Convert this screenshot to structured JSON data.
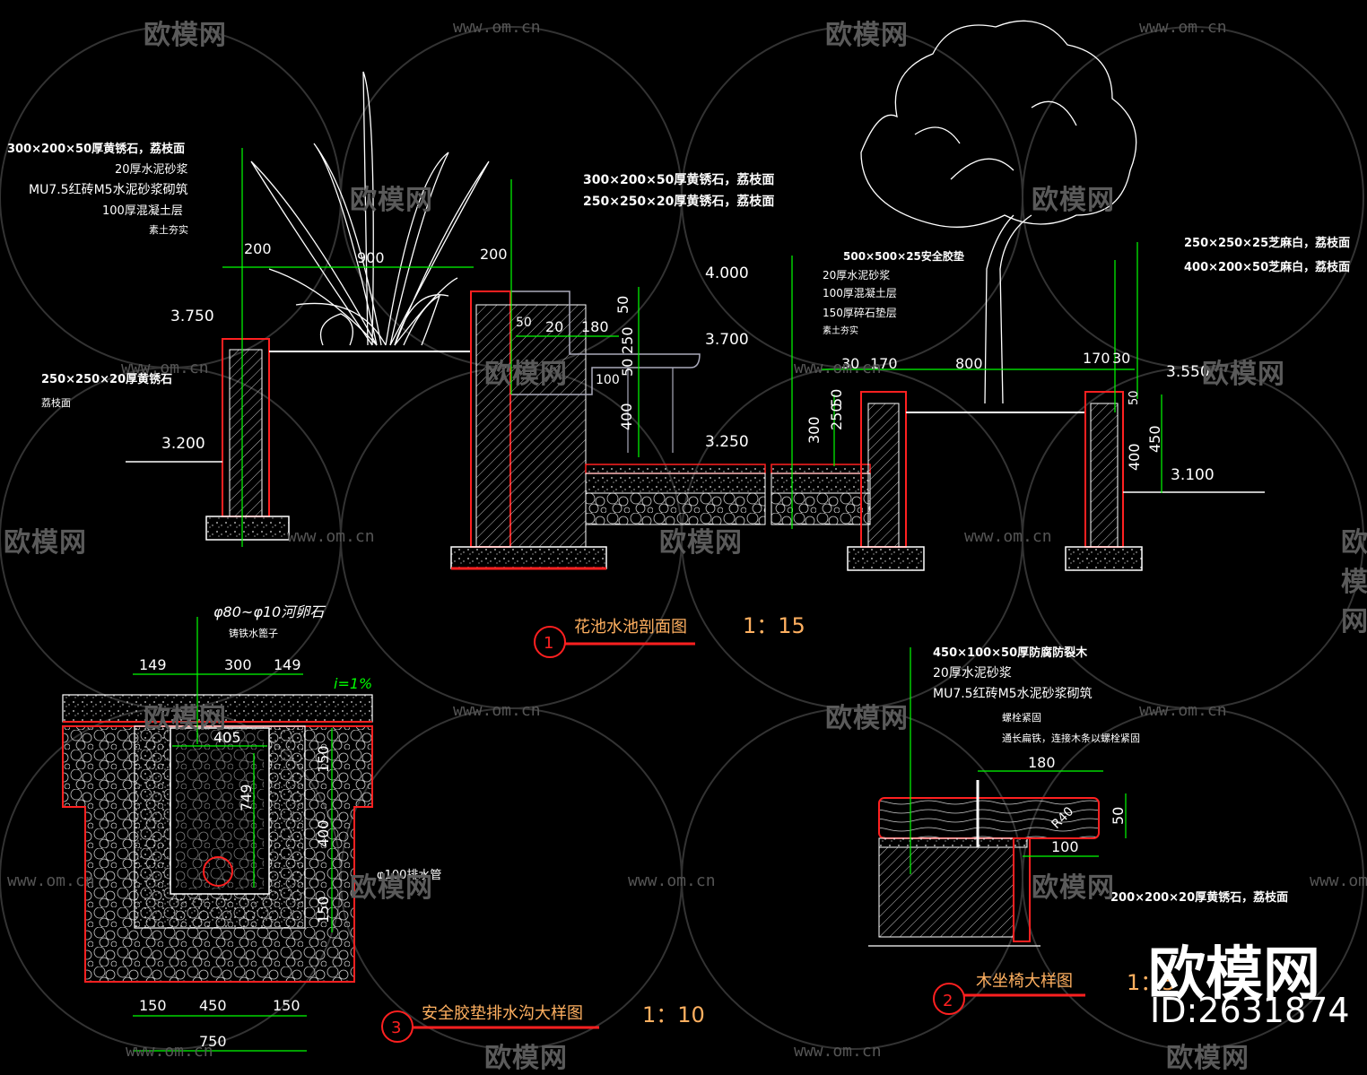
{
  "watermark": {
    "brand": "欧模网",
    "url": "www.om.cn",
    "id": "ID:2631874"
  },
  "section1": {
    "number": "1",
    "title": "花池水池剖面图",
    "scale": "1：15",
    "left_notes": [
      "300×200×50厚黄锈石，荔枝面",
      "20厚水泥砂浆",
      "MU7.5红砖M5水泥砂浆砌筑",
      "100厚混凝土层",
      "素土夯实"
    ],
    "wall_note": [
      "250×250×20厚黄锈石",
      "荔枝面"
    ],
    "mid_notes": [
      "300×200×50厚黄锈石，荔枝面",
      "250×250×20厚黄锈石，荔枝面"
    ],
    "pool_notes": [
      "500×500×25安全胶垫",
      "20厚水泥砂浆",
      "100厚混凝土层",
      "150厚碎石垫层",
      "素土夯实"
    ],
    "right_notes": [
      "250×250×25芝麻白，荔枝面",
      "400×200×50芝麻白，荔枝面"
    ],
    "elevations": [
      "3.750",
      "3.200",
      "4.000",
      "3.700",
      "3.250",
      "3.550",
      "3.100"
    ],
    "dims": [
      "200",
      "900",
      "200",
      "50",
      "20",
      "180",
      "50",
      "250",
      "50",
      "100",
      "400",
      "300",
      "250",
      "50",
      "30",
      "170",
      "800",
      "170",
      "30",
      "50",
      "400",
      "450"
    ]
  },
  "section2": {
    "number": "2",
    "title": "木坐椅大样图",
    "scale": "1：5",
    "notes": [
      "450×100×50厚防腐防裂木",
      "20厚水泥砂浆",
      "MU7.5红砖M5水泥砂浆砌筑",
      "螺栓紧固",
      "通长扁铁，连接木条以螺栓紧固",
      "200×200×20厚黄锈石，荔枝面"
    ],
    "dims": [
      "180",
      "50",
      "R40",
      "100"
    ]
  },
  "section3": {
    "number": "3",
    "title": "安全胶垫排水沟大样图",
    "scale": "1：10",
    "notes": [
      "φ80~φ10河卵石",
      "铸铁水篦子",
      "φ100排水管"
    ],
    "slope": "i=1%",
    "dims": [
      "149",
      "300",
      "149",
      "405",
      "749",
      "150",
      "400",
      "150",
      "150",
      "450",
      "150",
      "750"
    ]
  },
  "colors": {
    "background": "#000000",
    "line": "#ffffff",
    "dim": "#00ff00",
    "hatch": "#ff2020",
    "title": "#ffb060",
    "elev": "#ff3030"
  }
}
